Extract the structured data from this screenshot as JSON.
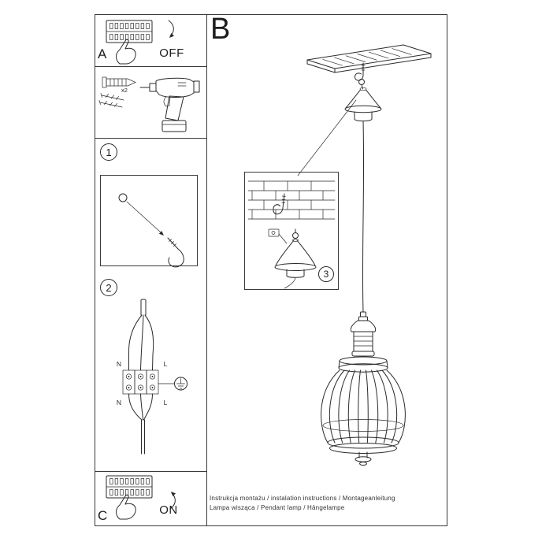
{
  "header": {
    "section_b_label": "B"
  },
  "panel_a": {
    "label": "A",
    "switch_state": "OFF"
  },
  "panel_c": {
    "label": "C",
    "switch_state": "ON"
  },
  "tools": {
    "dowel_count": "x2"
  },
  "steps": {
    "one": "1",
    "two": "2",
    "three": "3"
  },
  "wiring": {
    "neutral_top": "N",
    "live_top": "L",
    "neutral_bottom": "N",
    "live_bottom": "L"
  },
  "footer": {
    "line1": "Instrukcja montażu / instalation instructions / Montageanleitung",
    "line2": "Lampa wisząca / Pendant lamp / Hängelampe"
  },
  "colors": {
    "ink": "#2a2a2a",
    "background": "#ffffff"
  }
}
